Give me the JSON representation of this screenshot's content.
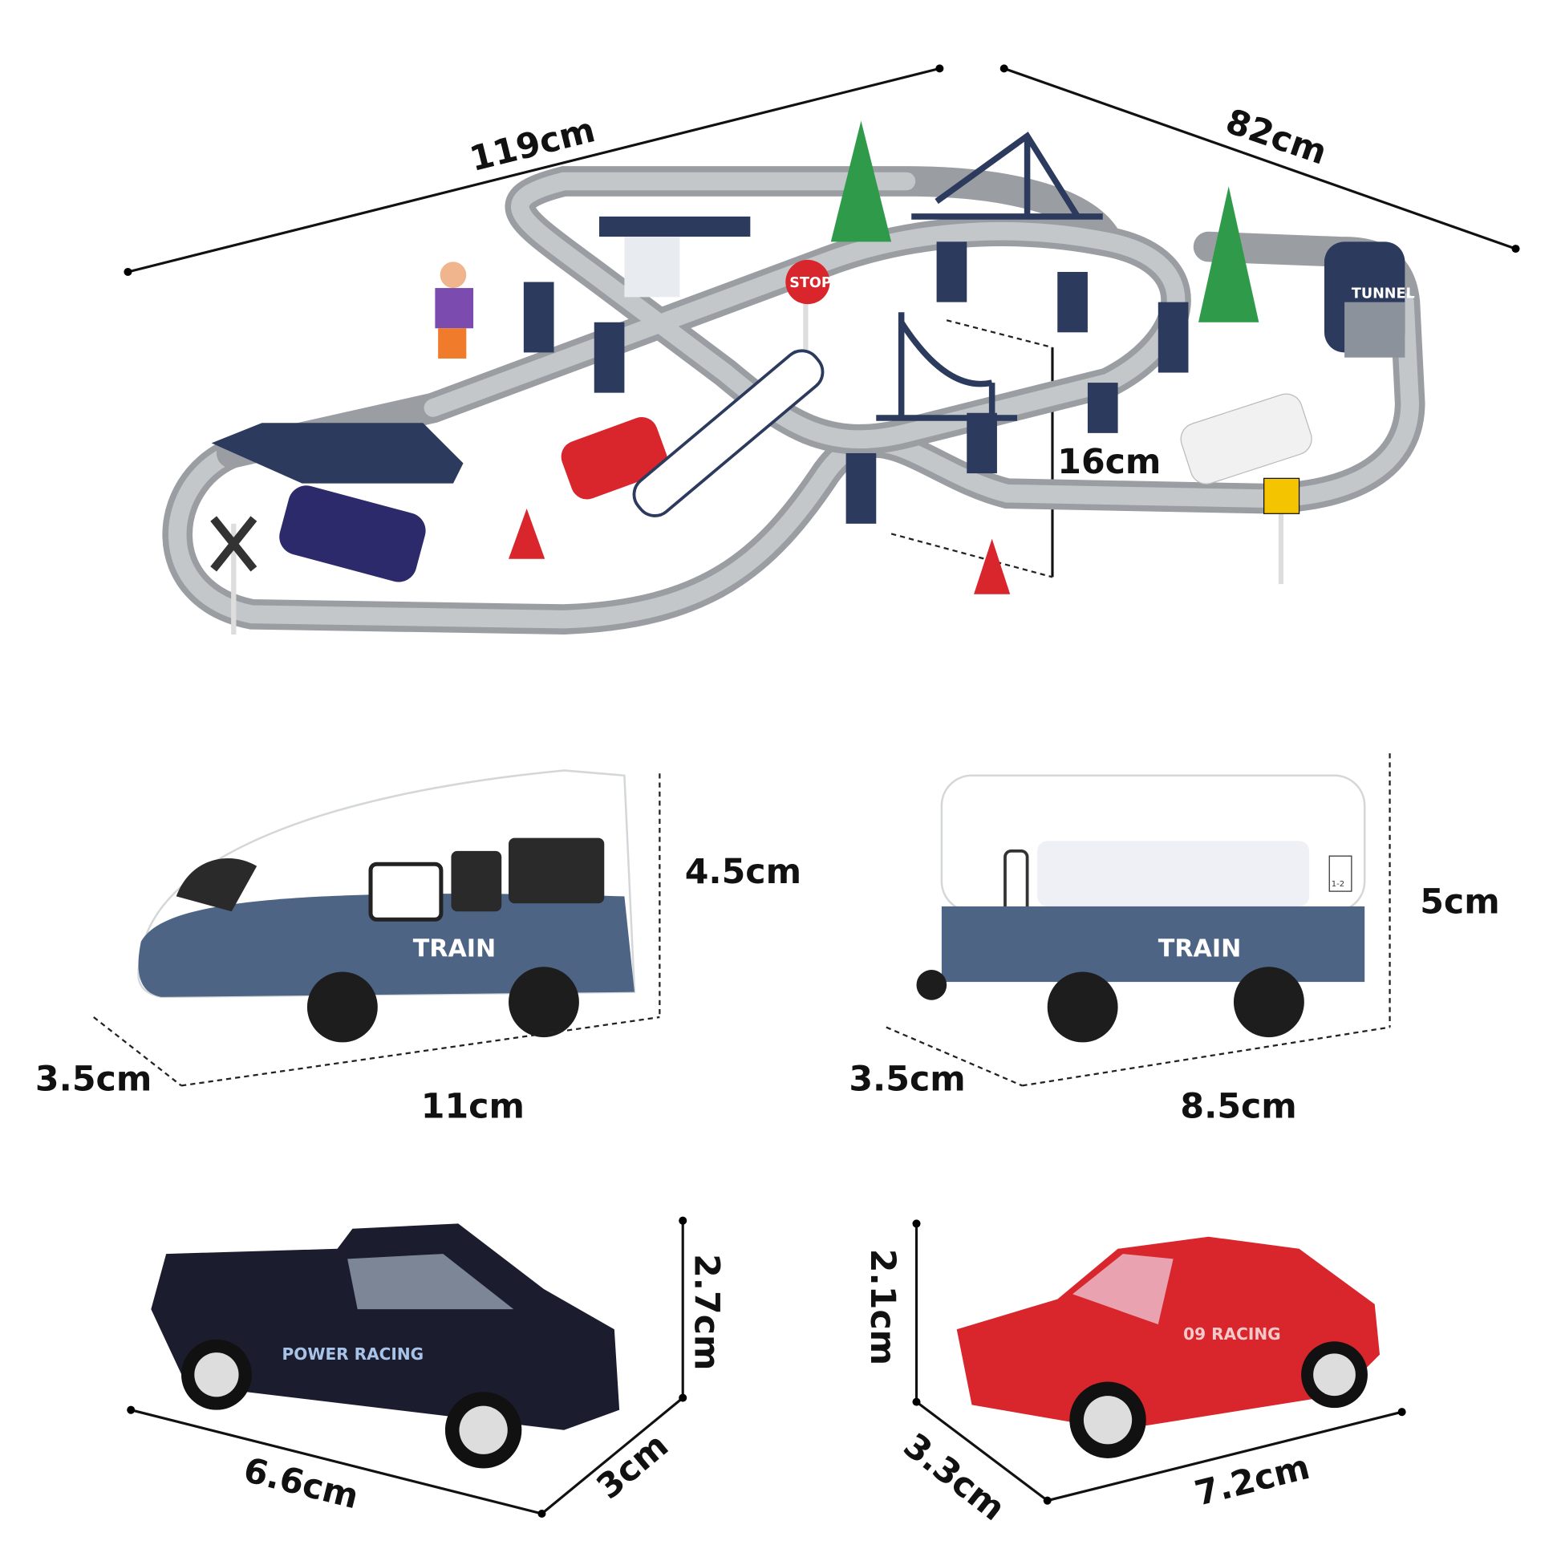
{
  "track_set": {
    "length": "119cm",
    "width": "82cm",
    "height": "16cm",
    "stop_sign": "STOP",
    "tunnel_label": "TUNNEL"
  },
  "locomotive": {
    "height": "4.5cm",
    "depth": "3.5cm",
    "length": "11cm",
    "label": "TRAIN"
  },
  "carriage": {
    "height": "5cm",
    "depth": "3.5cm",
    "length": "8.5cm",
    "label": "TRAIN",
    "seat_sign": "1-2"
  },
  "pickup_truck": {
    "height": "2.7cm",
    "length": "6.6cm",
    "depth": "3cm",
    "decal": "POWER RACING"
  },
  "red_car": {
    "height": "2.1cm",
    "depth": "3.3cm",
    "length": "7.2cm",
    "decal": "09 RACING"
  },
  "colors": {
    "navy": "#2c3a5e",
    "track": "#9a9ea3",
    "red": "#d8262c",
    "tree": "#2f9a4a"
  }
}
